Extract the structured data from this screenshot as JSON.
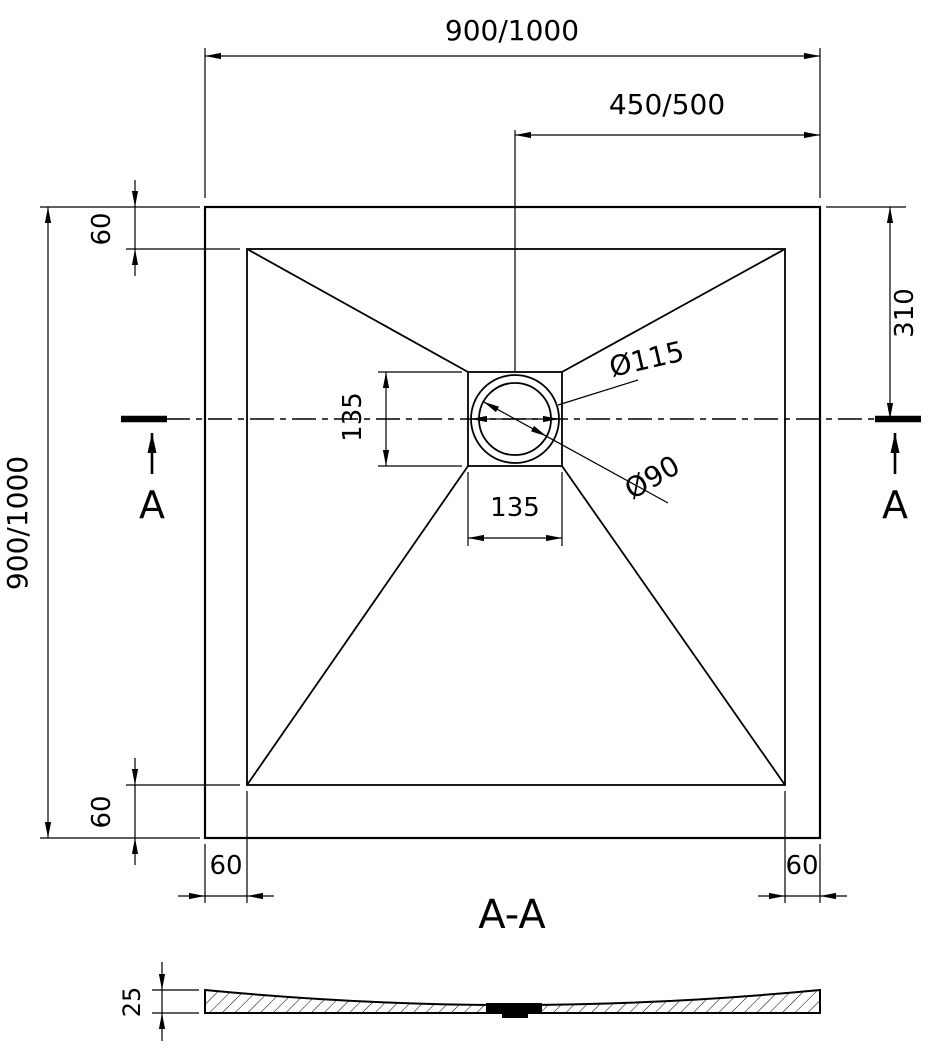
{
  "drawing": {
    "section_title": "A-A",
    "section_marker": "A",
    "dimensions": {
      "overall_width": "900/1000",
      "overall_height": "900/1000",
      "center_to_edge": "450/500",
      "top_rim": "60",
      "bottom_rim": "60",
      "left_rim": "60",
      "right_rim": "60",
      "top_to_center": "310",
      "drain_box_width": "135",
      "drain_box_height": "135",
      "drain_outer_diameter": "Ø115",
      "drain_hole_diameter": "Ø90",
      "tray_thickness": "25"
    },
    "colors": {
      "line": "#000000",
      "background": "#ffffff"
    }
  }
}
